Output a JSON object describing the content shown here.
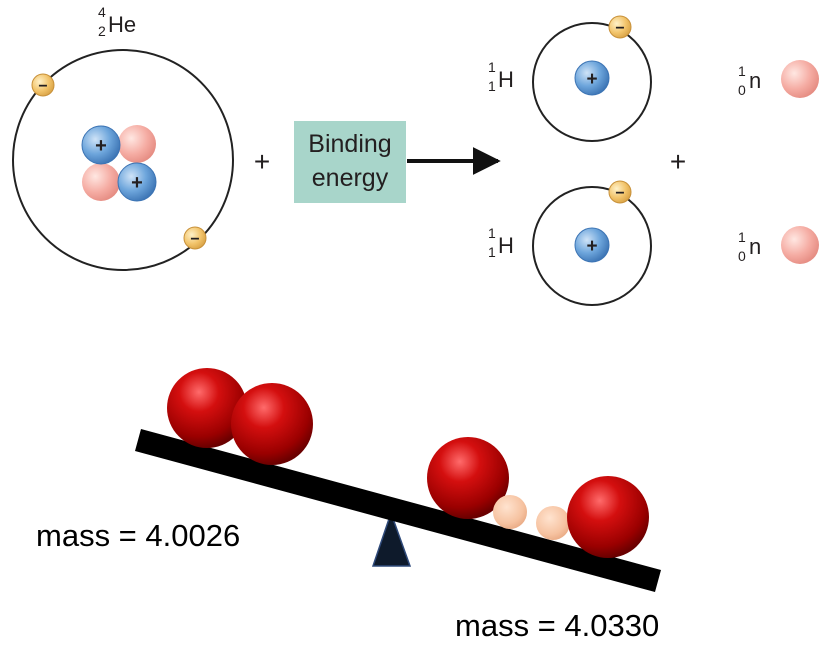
{
  "helium": {
    "mass_number": "4",
    "atomic_number": "2",
    "symbol": "He"
  },
  "hydrogen": {
    "mass_number": "1",
    "atomic_number": "1",
    "symbol": "H"
  },
  "neutron": {
    "mass_number": "1",
    "atomic_number": "0",
    "symbol": "n"
  },
  "plus_sign": "+",
  "minus_sign": "−",
  "binding_box": {
    "line1": "Binding",
    "line2": "energy"
  },
  "balance": {
    "left_mass_label": "mass = 4.0026",
    "right_mass_label": "mass = 4.0330"
  },
  "colors": {
    "proton": "#5b9bd5",
    "neutron": "#f4a8a0",
    "electron": "#f2c46b",
    "binding_box": "#a8d5ca",
    "beam": "#000000",
    "fulcrum": "#1f3a5f",
    "red_ball": "#c40000"
  }
}
